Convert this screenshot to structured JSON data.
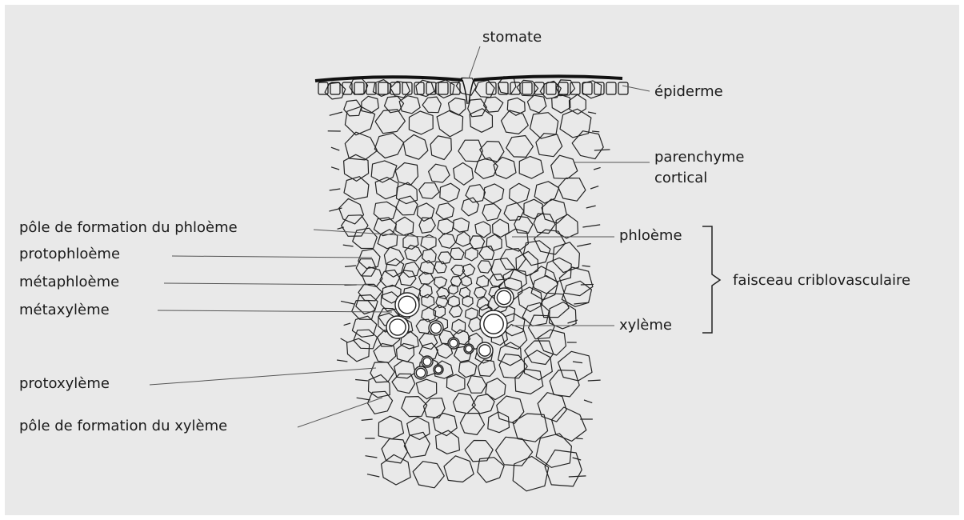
{
  "labels": {
    "stomate": "stomate",
    "epiderme": "épiderme",
    "parenchyme_line1": "parenchyme",
    "parenchyme_line2": "cortical",
    "pole_phloeme": "pôle de formation du phloème",
    "protophloeme": "protophloème",
    "metaphloeme": "métaphloème",
    "metaxyleme": "métaxylème",
    "protoxyleme": "protoxylème",
    "pole_xyleme": "pôle de formation du xylème",
    "phloeme": "phloème",
    "xyleme": "xylème",
    "faisceau": "faisceau criblovasculaire"
  }
}
